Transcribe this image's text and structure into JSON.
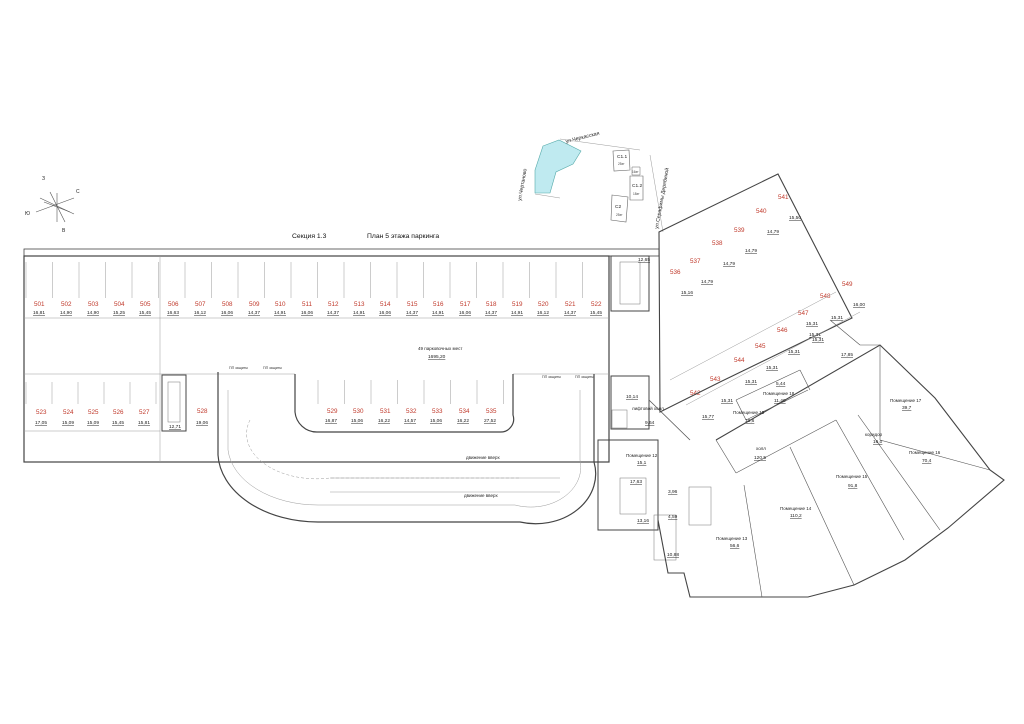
{
  "header": {
    "section": "Секция 1.3",
    "plan_title": "План 5 этажа паркинга"
  },
  "compass": {
    "n": "З",
    "e": "С",
    "s": "В",
    "w": "Ю"
  },
  "site_plan": {
    "streets": [
      "ул.Черкасская",
      "ул.Чертаново",
      "ул.Серафимы Дерябиной"
    ],
    "buildings": [
      {
        "name": "С1.1",
        "floors": "25эт"
      },
      {
        "name": "С1.2",
        "floors": "18эт"
      },
      {
        "name": "С2",
        "floors": "25эт"
      }
    ],
    "small_labels": [
      "16эт"
    ]
  },
  "parking_summary": {
    "label": "49 парковочных мест",
    "area": "1695,20"
  },
  "ramp_labels": [
    "движение вверх",
    "движение вверх"
  ],
  "tiny_labels": {
    "left_pair": [
      "ПП защиты",
      "ПП защиты"
    ],
    "right_pair": [
      "ПП защиты",
      "ПП защиты"
    ]
  },
  "top_row": [
    {
      "num": "501",
      "area": "16,81"
    },
    {
      "num": "502",
      "area": "14,90"
    },
    {
      "num": "503",
      "area": "14,90"
    },
    {
      "num": "504",
      "area": "15,25"
    },
    {
      "num": "505",
      "area": "15,45"
    },
    {
      "num": "506",
      "area": "16,63"
    },
    {
      "num": "507",
      "area": "16,12"
    },
    {
      "num": "508",
      "area": "16,06"
    },
    {
      "num": "509",
      "area": "14,37"
    },
    {
      "num": "510",
      "area": "14,91"
    },
    {
      "num": "511",
      "area": "16,06"
    },
    {
      "num": "512",
      "area": "14,37"
    },
    {
      "num": "513",
      "area": "14,91"
    },
    {
      "num": "514",
      "area": "16,06"
    },
    {
      "num": "515",
      "area": "14,37"
    },
    {
      "num": "516",
      "area": "14,91"
    },
    {
      "num": "517",
      "area": "16,06"
    },
    {
      "num": "518",
      "area": "14,37"
    },
    {
      "num": "519",
      "area": "14,91"
    },
    {
      "num": "520",
      "area": "16,12"
    },
    {
      "num": "521",
      "area": "14,37"
    },
    {
      "num": "522",
      "area": "15,45"
    }
  ],
  "bottom_left": [
    {
      "num": "523",
      "area": "17,05"
    },
    {
      "num": "524",
      "area": "15,09"
    },
    {
      "num": "525",
      "area": "15,09"
    },
    {
      "num": "526",
      "area": "15,45"
    },
    {
      "num": "527",
      "area": "15,81"
    }
  ],
  "bottom_528": {
    "num": "528",
    "area": "19,06"
  },
  "bottom_mid": [
    {
      "num": "529",
      "area": "16,87"
    },
    {
      "num": "530",
      "area": "15,06"
    },
    {
      "num": "531",
      "area": "16,22"
    },
    {
      "num": "532",
      "area": "14,57"
    },
    {
      "num": "533",
      "area": "15,06"
    },
    {
      "num": "534",
      "area": "16,22"
    },
    {
      "num": "535",
      "area": "27,52"
    }
  ],
  "misc_areas": {
    "stair_left": "12,71",
    "stair_top": "12,65",
    "lift_hall_area": "10,14",
    "lift_hall_label": "лифтовой холл",
    "lift_hall_value": "9,64",
    "a1": "17,63",
    "a2": "3,96",
    "a3": "4,59",
    "a4": "13,16",
    "a5": "10,88",
    "a6": "15,31",
    "a7": "15,31",
    "a8": "17,85",
    "a9": "5,44",
    "a10": "15,77"
  },
  "diag_row1": [
    {
      "num": "536",
      "area": "15,16"
    },
    {
      "num": "537",
      "area": "14,79"
    },
    {
      "num": "538",
      "area": "14,79"
    },
    {
      "num": "539",
      "area": "14,79"
    },
    {
      "num": "540",
      "area": "14,79"
    },
    {
      "num": "541",
      "area": "15,50"
    }
  ],
  "diag_row2": [
    {
      "num": "542",
      "area": "15,77"
    },
    {
      "num": "543",
      "area": "15,31"
    },
    {
      "num": "544",
      "area": "15,31"
    },
    {
      "num": "545",
      "area": "15,31"
    },
    {
      "num": "546",
      "area": "15,31"
    },
    {
      "num": "547",
      "area": "15,31"
    },
    {
      "num": "548",
      "area": "15,31"
    },
    {
      "num": "549",
      "area": "16,00"
    }
  ],
  "rooms": [
    {
      "name": "Помещение 18",
      "area": "11,40"
    },
    {
      "name": "Помещение 19",
      "area": "10,6"
    },
    {
      "name": "Помещение 12",
      "area": "15,1"
    },
    {
      "name": "холл",
      "area": "120,5"
    },
    {
      "name": "Помещение 17",
      "area": "39,7"
    },
    {
      "name": "коридор",
      "area": "16,0"
    },
    {
      "name": "Помещение 16",
      "area": "70,4"
    },
    {
      "name": "Помещение 15",
      "area": "91,8"
    },
    {
      "name": "Помещение 14",
      "area": "110,2"
    },
    {
      "name": "Помещение 13",
      "area": "56,6"
    }
  ]
}
